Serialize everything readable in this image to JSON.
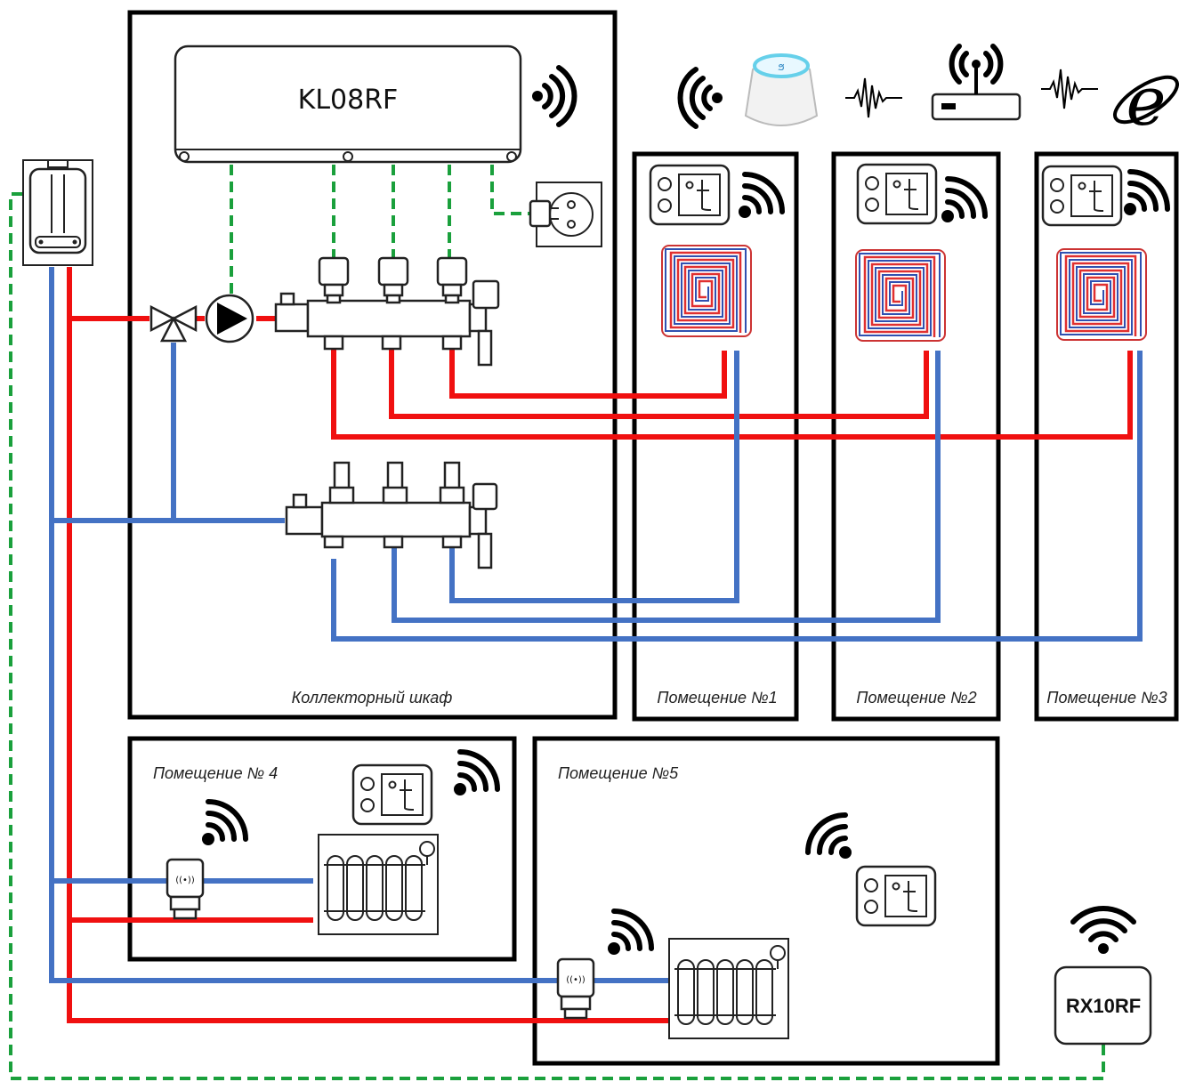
{
  "controller": {
    "label": "KL08RF"
  },
  "receiver": {
    "label": "RX10RF"
  },
  "zones": {
    "cabinet": "Коллекторный шкаф",
    "room1": "Помещение №1",
    "room2": "Помещение №2",
    "room3": "Помещение №3",
    "room4": "Помещение № 4",
    "room5": "Помещение №5"
  },
  "icons": {
    "wireless": "wifi-signal-icon",
    "thermostat": "thermostat-icon",
    "gateway": "smart-gateway-icon",
    "router": "router-icon",
    "internet": "internet-explorer-icon",
    "heartbeat": "signal-wave-icon",
    "boiler": "boiler-icon",
    "socket": "power-socket-icon",
    "pump": "pump-icon",
    "mixing_valve": "three-way-valve-icon",
    "radiator": "radiator-icon",
    "actuator": "thermal-actuator-icon",
    "floor_loop": "underfloor-heating-loop-icon"
  },
  "colors": {
    "supply": "#f01010",
    "return": "#4472c4",
    "control_wire": "#1aa03c",
    "outline": "#000000"
  }
}
